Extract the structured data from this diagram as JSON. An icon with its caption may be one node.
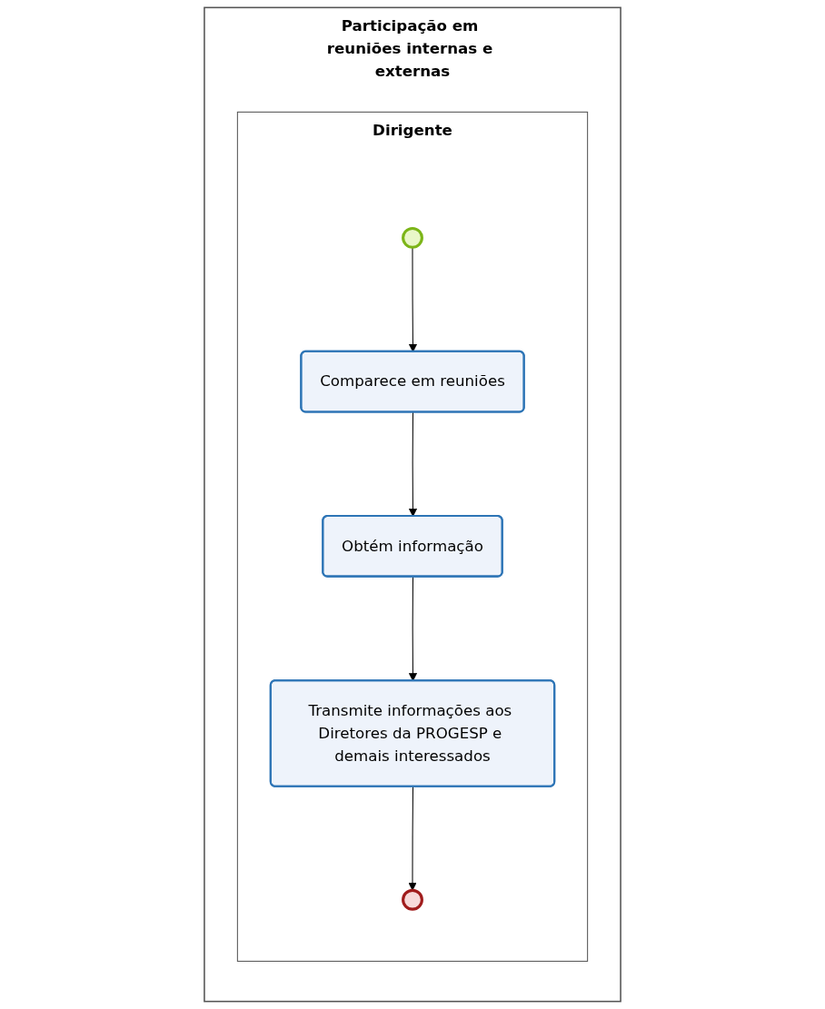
{
  "diagram": {
    "nodes": [
      {
        "text": [
          "Participação em reuniões internas e externas"
        ]
      },
      {
        "text": [
          "Dirigente"
        ],
        "in": 0
      },
      {
        "text": [],
        "shape": "circle",
        "in": 1
      },
      {
        "text": [
          "Comparece em reuniões"
        ],
        "in": 1
      },
      {
        "text": [
          "Obtém informação"
        ],
        "in": 1
      },
      {
        "text": [
          "Transmite informações aos Diretores da PROGESP e demais interessados"
        ],
        "in": 1
      },
      {
        "text": [],
        "shape": "circle",
        "in": 1
      }
    ],
    "edges": [
      {
        "from": 2,
        "to": 3,
        "arrow": "to"
      },
      {
        "from": 3,
        "to": 4,
        "arrow": "to"
      },
      {
        "from": 4,
        "to": 5,
        "arrow": "to"
      },
      {
        "from": 5,
        "to": 6,
        "arrow": "to"
      }
    ]
  }
}
